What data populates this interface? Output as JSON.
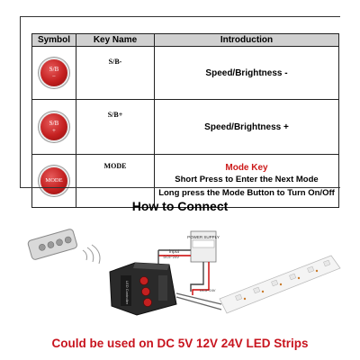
{
  "table": {
    "headers": [
      "Symbol",
      "Key Name",
      "Introduction"
    ],
    "rows": [
      {
        "icon": "sb-minus-button-icon",
        "symbol_top": "S/B",
        "symbol_bottom": "−",
        "key": "S/B-",
        "intro": "Speed/Brightness -"
      },
      {
        "icon": "sb-plus-button-icon",
        "symbol_top": "S/B",
        "symbol_bottom": "+",
        "key": "S/B+",
        "intro": "Speed/Brightness +"
      },
      {
        "icon": "mode-button-icon",
        "symbol_top": "MODE",
        "key": "MODE",
        "intro_title": "Mode Key",
        "intro_lines": [
          "Short Press to Enter the Next Mode",
          "Long press the Mode Button to Turn On/Off"
        ]
      }
    ]
  },
  "connect": {
    "title": "How to Connect",
    "power_supply_label": "POWER SUPPLY",
    "input_label": "Input",
    "input_voltage": "DC5~24V",
    "controller_label": "LED Controller",
    "output_voltage": "DC5~24V"
  },
  "footer": "Could be used on DC 5V 12V 24V LED Strips",
  "colors": {
    "accent_red": "#c8141e",
    "button_red": "#c42020",
    "header_gray": "#d0d0d0",
    "strip_white": "#f4f4f4"
  }
}
